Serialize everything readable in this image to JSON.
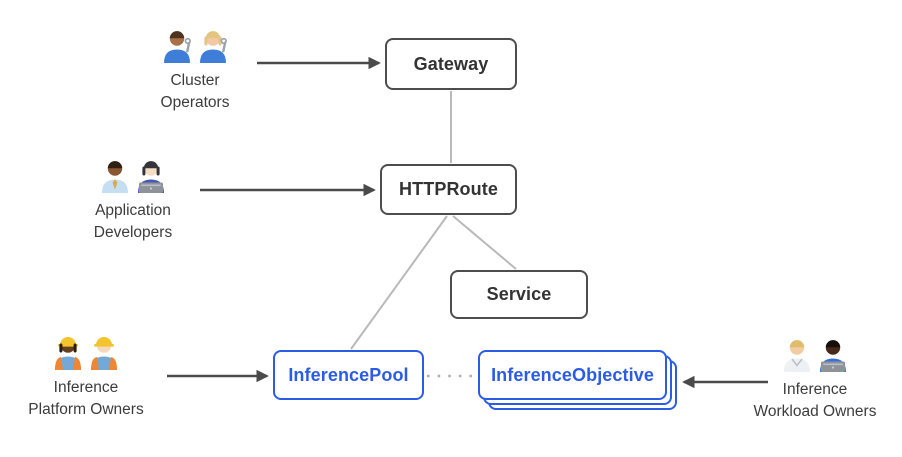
{
  "diagram": {
    "colors": {
      "background": "#ffffff",
      "node_border_gray": "#4d4d4d",
      "node_text_gray": "#333333",
      "accent_blue": "#2b5ce6",
      "connector_gray": "#b9b9b9",
      "dotted_gray": "#b0b0b0",
      "arrow_dark": "#4a4a4a",
      "label_text": "#3c3c3c"
    },
    "nodes": {
      "gateway": {
        "label": "Gateway",
        "style": "gray"
      },
      "httproute": {
        "label": "HTTPRoute",
        "style": "gray"
      },
      "service": {
        "label": "Service",
        "style": "gray"
      },
      "inference_pool": {
        "label": "InferencePool",
        "style": "blue"
      },
      "inference_objective": {
        "label": "InferenceObjective",
        "style": "blue",
        "stacked_count": 3
      }
    },
    "actors": [
      {
        "id": "cluster-operators",
        "label_lines": [
          "Cluster",
          "Operators"
        ],
        "members": [
          {
            "name": "man-mechanic-icon",
            "skin": "#aa7047",
            "hair": "#4e3320",
            "shirt": "#3e7ed9",
            "accessory": "wrench"
          },
          {
            "name": "woman-mechanic-icon",
            "skin": "#f3c9a3",
            "hair": "#e3c583",
            "shirt": "#3e7ed9",
            "accessory": "wrench",
            "long_hair": true
          }
        ]
      },
      {
        "id": "application-developers",
        "label_lines": [
          "Application",
          "Developers"
        ],
        "members": [
          {
            "name": "man-office-worker-icon",
            "skin": "#8a5632",
            "hair": "#302014",
            "shirt": "#c4def2",
            "accessory": "tie",
            "tie": "#d9a848"
          },
          {
            "name": "woman-technologist-icon",
            "skin": "#f6dcc3",
            "hair": "#33343c",
            "shirt": "#4a55b8",
            "accessory": "laptop",
            "long_hair": true
          }
        ]
      },
      {
        "id": "inference-platform-owners",
        "label_lines": [
          "Inference",
          "Platform Owners"
        ],
        "members": [
          {
            "name": "woman-construction-worker-icon",
            "skin": "#64401f",
            "hair": "#2e1c10",
            "shirt": "#74a8d6",
            "accessory": "vest-helmet",
            "vest": "#ef8634",
            "helmet": "#f3c42e",
            "long_hair": true
          },
          {
            "name": "man-construction-worker-icon",
            "skin": "#f6d8bd",
            "hair": "#6b4a2a",
            "shirt": "#74a8d6",
            "accessory": "vest-helmet",
            "vest": "#ef8634",
            "helmet": "#f3c42e"
          }
        ]
      },
      {
        "id": "inference-workload-owners",
        "label_lines": [
          "Inference",
          "Workload Owners"
        ],
        "members": [
          {
            "name": "health-worker-icon",
            "skin": "#f2cda4",
            "hair": "#e0bd6d",
            "shirt": "#eef1f3",
            "accessory": "coat"
          },
          {
            "name": "man-technologist-icon",
            "skin": "#47291a",
            "hair": "#15100c",
            "shirt": "#3e6fd9",
            "accessory": "laptop"
          }
        ]
      }
    ],
    "edges": [
      {
        "from": "cluster-operators",
        "to": "gateway",
        "type": "arrow"
      },
      {
        "from": "application-developers",
        "to": "httproute",
        "type": "arrow"
      },
      {
        "from": "inference-platform-owners",
        "to": "inference_pool",
        "type": "arrow"
      },
      {
        "from": "inference-workload-owners",
        "to": "inference_objective",
        "type": "arrow"
      },
      {
        "from": "gateway",
        "to": "httproute",
        "type": "line"
      },
      {
        "from": "httproute",
        "to": "inference_pool",
        "type": "line"
      },
      {
        "from": "httproute",
        "to": "service",
        "type": "line"
      },
      {
        "from": "inference_pool",
        "to": "inference_objective",
        "type": "dotted"
      }
    ]
  }
}
